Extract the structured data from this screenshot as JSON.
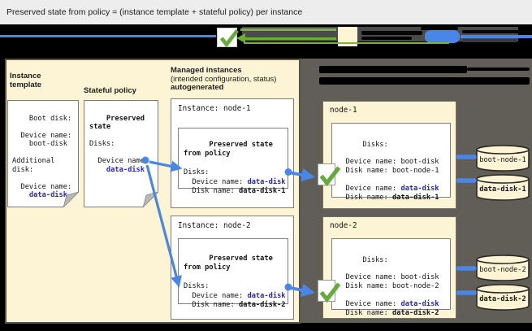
{
  "title": "Preserved state from policy = (instance template + stateful policy) per instance",
  "colors": {
    "accent_blue": "#4a86e8",
    "device_name_blue": "#2424d0",
    "check_green": "#64ab39",
    "arrow_green": "#6cad36",
    "panel_cream": "#fdf3d5",
    "panel_dark": "#615e57"
  },
  "legend": {
    "icons": [
      "checkmark-icon",
      "green-arrow-icon",
      "instance-template-icon",
      "disk-icon"
    ]
  },
  "instance_template": {
    "label": "Instance\ntemplate",
    "body": "Boot disk:\n\n  Device name:\n    boot-disk\n\nAdditional\ndisk:\n\n  Device name:\n",
    "data_disk": "    data-disk"
  },
  "stateful_policy": {
    "label": "Stateful policy",
    "header": "Preserved\nstate\n\n",
    "body": "Disks:\n\n  Device name:\n",
    "data_disk": "    data-disk"
  },
  "managed_instances": {
    "label_bold_1": "Managed instances",
    "label_normal": "(intended configuration, status)",
    "label_bold_2": "autogenerated",
    "node1": {
      "title": "Instance: node-1",
      "header": "Preserved state\nfrom policy\n\n",
      "disks_prefix": "Disks:\n  Device name: ",
      "device_value": "data-disk",
      "disk_prefix": "\n  Disk name: ",
      "disk_value": "data-disk-1"
    },
    "node2": {
      "title": "Instance: node-2",
      "header": "Preserved state\nfrom policy\n\n",
      "disks_prefix": "Disks:\n  Device name: ",
      "device_value": "data-disk",
      "disk_prefix": "\n  Disk name: ",
      "disk_value": "data-disk-2"
    }
  },
  "vm_instances": {
    "node1": {
      "title": "node-1",
      "disks_prefix": "Disks:\n\n  Device name: boot-disk\n  Disk name: boot-node-1\n\n  Device name: ",
      "device_value": "data-disk",
      "disk_prefix": "\n  Disk name: ",
      "disk_value": "data-disk-1",
      "boot_disk": "boot-node-1",
      "data_disk": "data-disk-1"
    },
    "node2": {
      "title": "node-2",
      "disks_prefix": "Disks:\n\n  Device name: boot-disk\n  Disk name: boot-node-2\n\n  Device name: ",
      "device_value": "data-disk",
      "disk_prefix": "\n  Disk name: ",
      "disk_value": "data-disk-2",
      "boot_disk": "boot-node-2",
      "data_disk": "data-disk-2"
    }
  }
}
